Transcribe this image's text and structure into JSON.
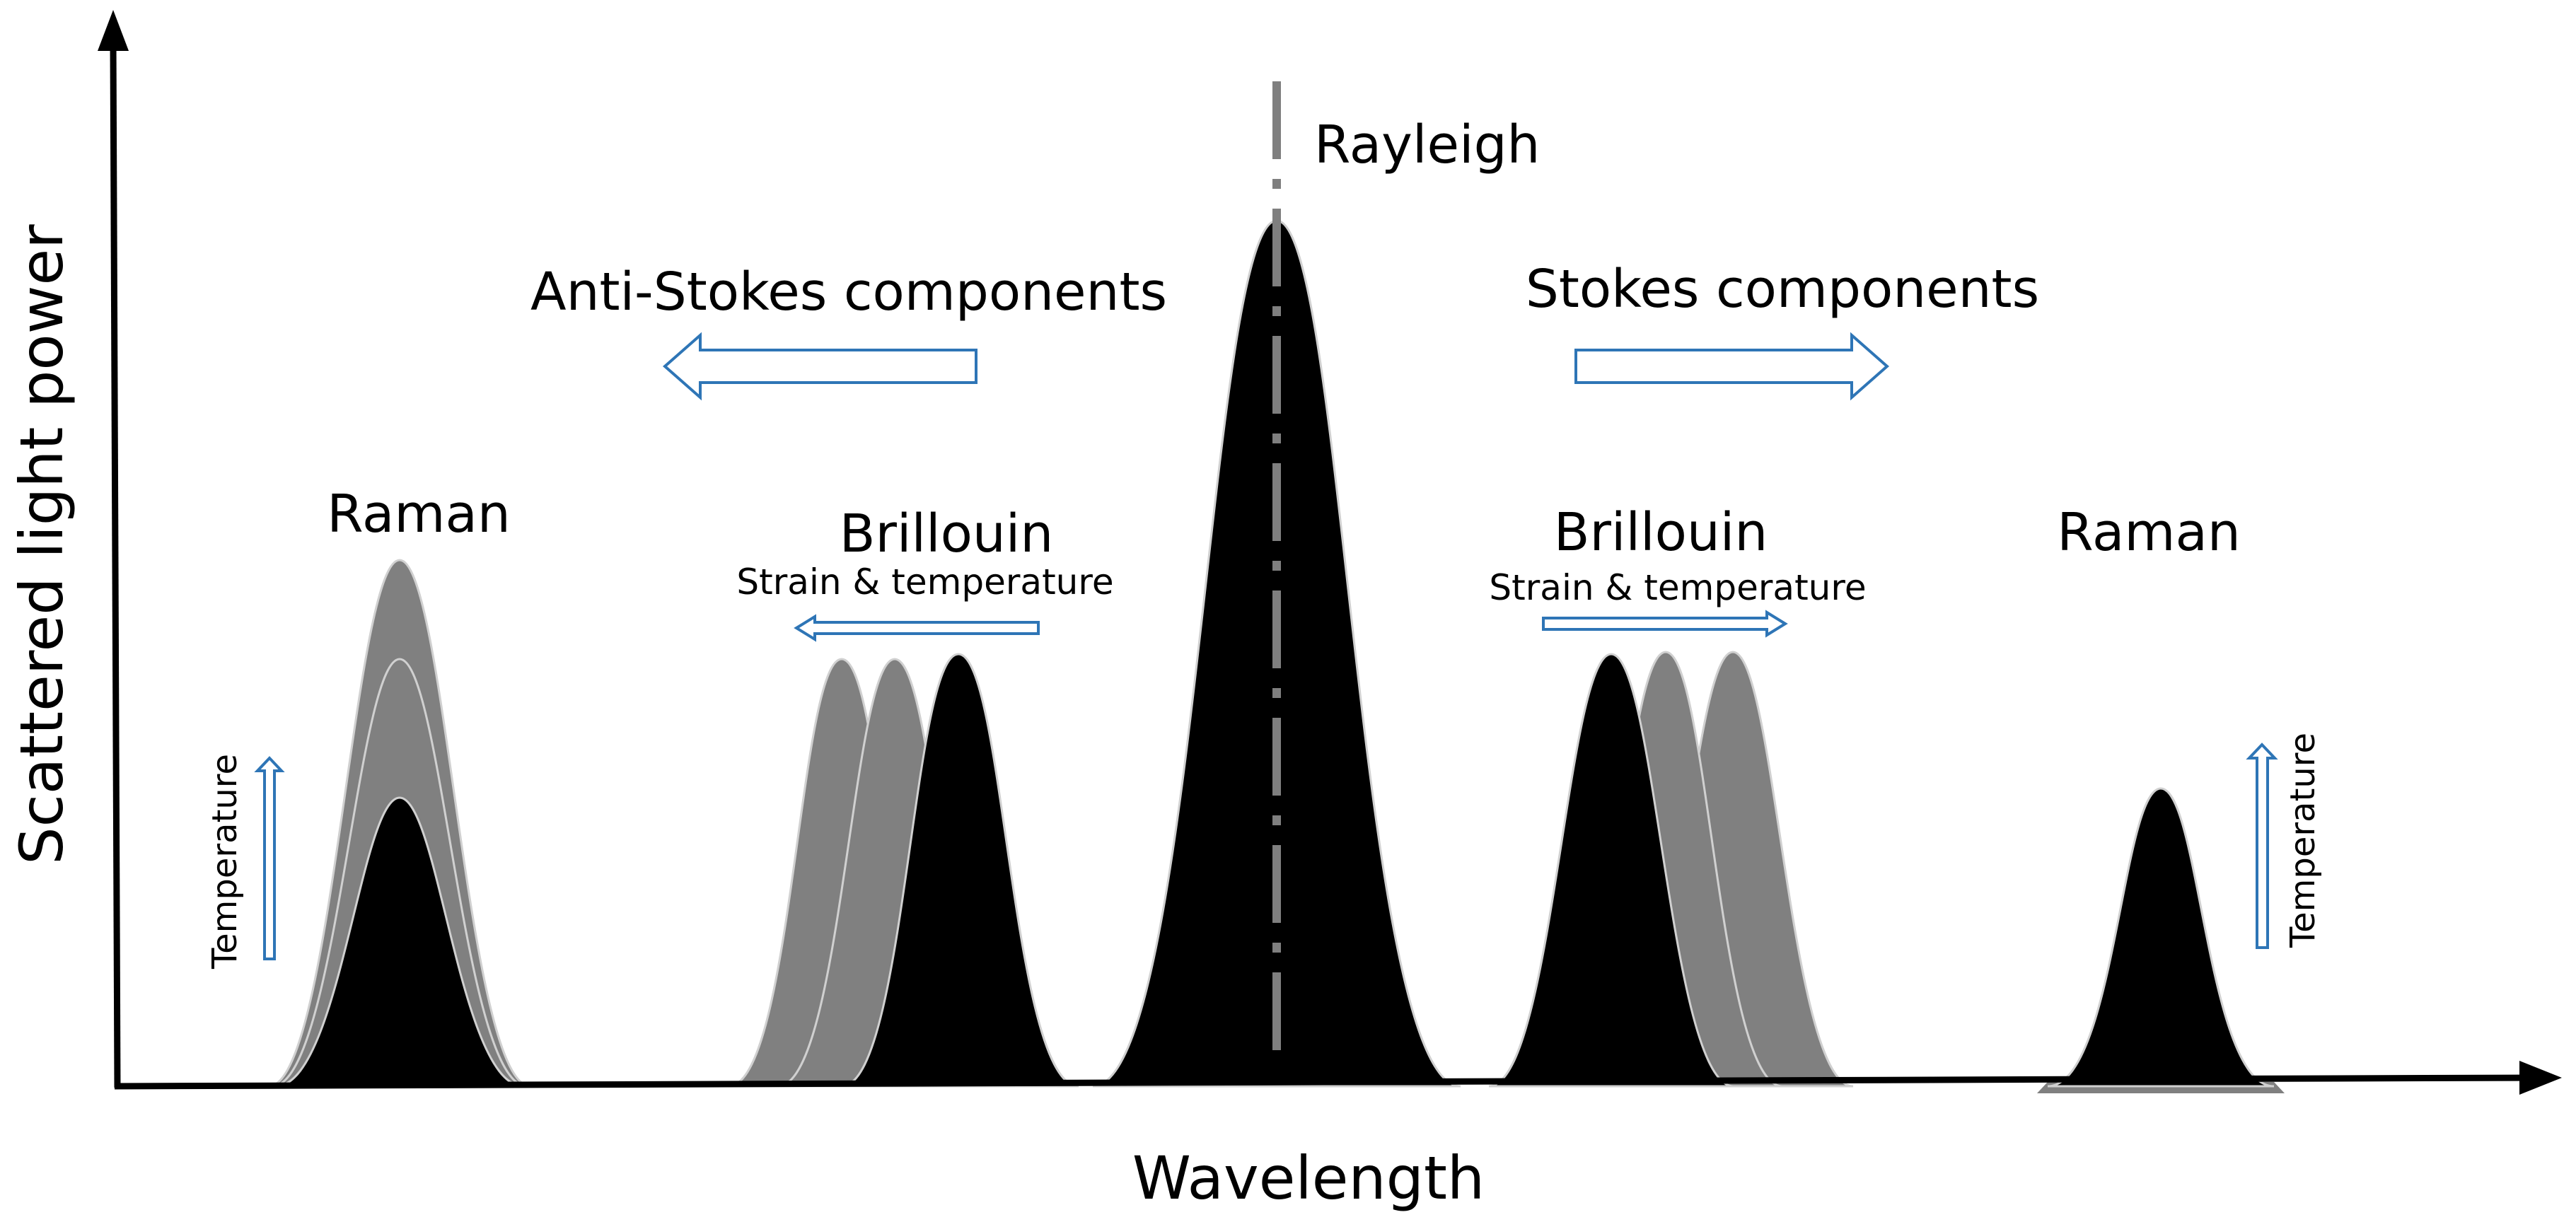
{
  "labels": {
    "ylabel": "Scattered light power",
    "xlabel": "Wavelength",
    "rayleigh": "Rayleigh",
    "anti_stokes": "Anti-Stokes components",
    "stokes": "Stokes components",
    "raman_left": "Raman",
    "raman_right": "Raman",
    "brillouin_left": "Brillouin",
    "brillouin_right": "Brillouin",
    "strain_temp_left": "Strain & temperature",
    "strain_temp_right": "Strain & temperature",
    "temperature_left": "Temperature",
    "temperature_right": "Temperature"
  },
  "colors": {
    "peak_primary": "#000000",
    "peak_shifted": "#808080",
    "arrow_outline": "#2e75b6",
    "rayleigh_line": "#7f7f7f",
    "axis": "#000000"
  }
}
